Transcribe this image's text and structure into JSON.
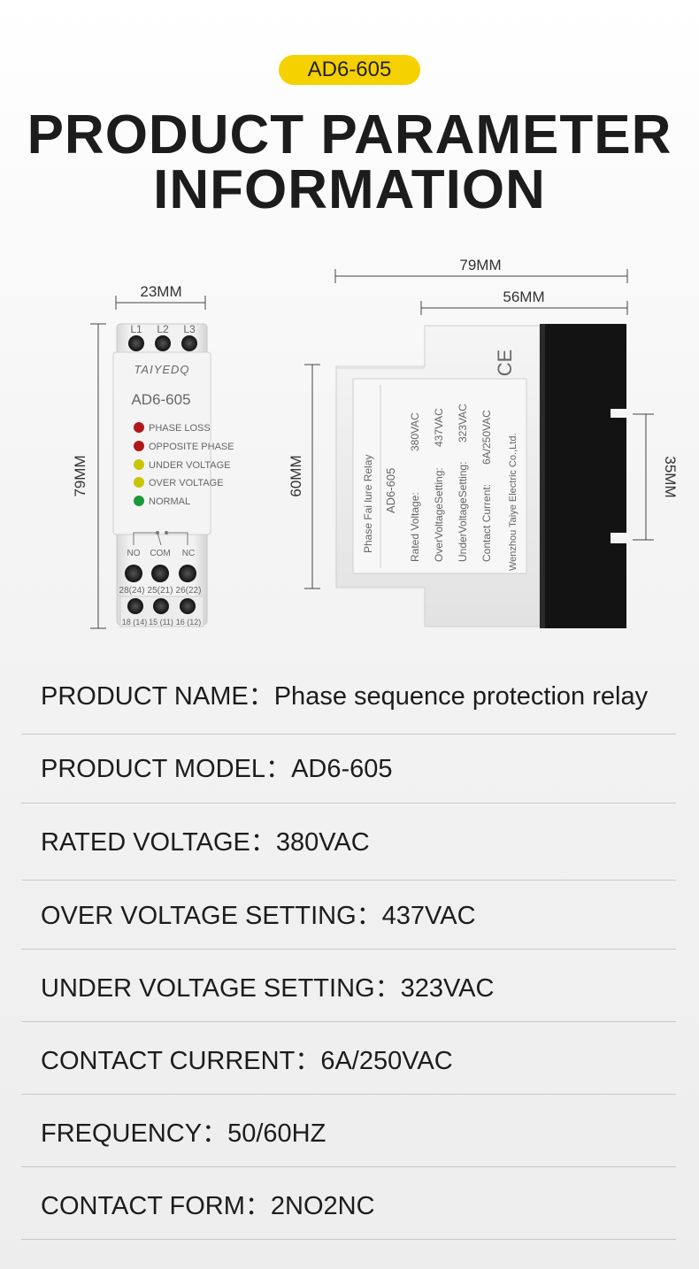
{
  "badge": "AD6-605",
  "title": {
    "line1": "PRODUCT PARAMETER",
    "line2": "INFORMATION"
  },
  "dimensions": {
    "front_width": "23MM",
    "front_height": "79MM",
    "side_total_width": "79MM",
    "side_body_width": "56MM",
    "side_height": "60MM",
    "rail_height": "35MM"
  },
  "device_front": {
    "terminals_top": [
      "L1",
      "L2",
      "L3"
    ],
    "brand": "TAIYEDQ",
    "model": "AD6-605",
    "indicators": [
      {
        "label": "PHASE LOSS",
        "color": "#b01818"
      },
      {
        "label": "OPPOSITE PHASE",
        "color": "#b01818"
      },
      {
        "label": "UNDER VOLTAGE",
        "color": "#c9c400"
      },
      {
        "label": "OVER VOLTAGE",
        "color": "#c9c400"
      },
      {
        "label": "NORMAL",
        "color": "#1a9a3a"
      }
    ],
    "contact_labels": [
      "NO",
      "COM",
      "NC"
    ],
    "terminal_numbers_mid": [
      "28(24)",
      "25(21)",
      "26(22)"
    ],
    "terminal_numbers_bottom": [
      "18 (14)",
      "15 (11)",
      "16 (12)"
    ]
  },
  "device_side": {
    "ce_mark": "CE",
    "label_lines": [
      "Phase Fai lure Relay",
      "AD6-605",
      "Rated Voltage:",
      "380VAC",
      "OverVoltageSetting:",
      "437VAC",
      "UnderVoltageSetting:",
      "323VAC",
      "Contact Current:",
      "6A/250VAC",
      "Wenzhou Taiye Electric Co.,Ltd."
    ]
  },
  "params": [
    {
      "label": "PRODUCT NAME：",
      "value": "Phase sequence protection relay"
    },
    {
      "label": "PRODUCT MODEL：",
      "value": "AD6-605"
    },
    {
      "label": "RATED VOLTAGE：",
      "value": "380VAC"
    },
    {
      "label": "OVER VOLTAGE SETTING：",
      "value": "437VAC"
    },
    {
      "label": "UNDER VOLTAGE SETTING：",
      "value": "323VAC"
    },
    {
      "label": "CONTACT CURRENT：",
      "value": "6A/250VAC"
    },
    {
      "label": "FREQUENCY：",
      "value": "50/60HZ"
    },
    {
      "label": "CONTACT FORM：",
      "value": "2NO2NC"
    }
  ]
}
